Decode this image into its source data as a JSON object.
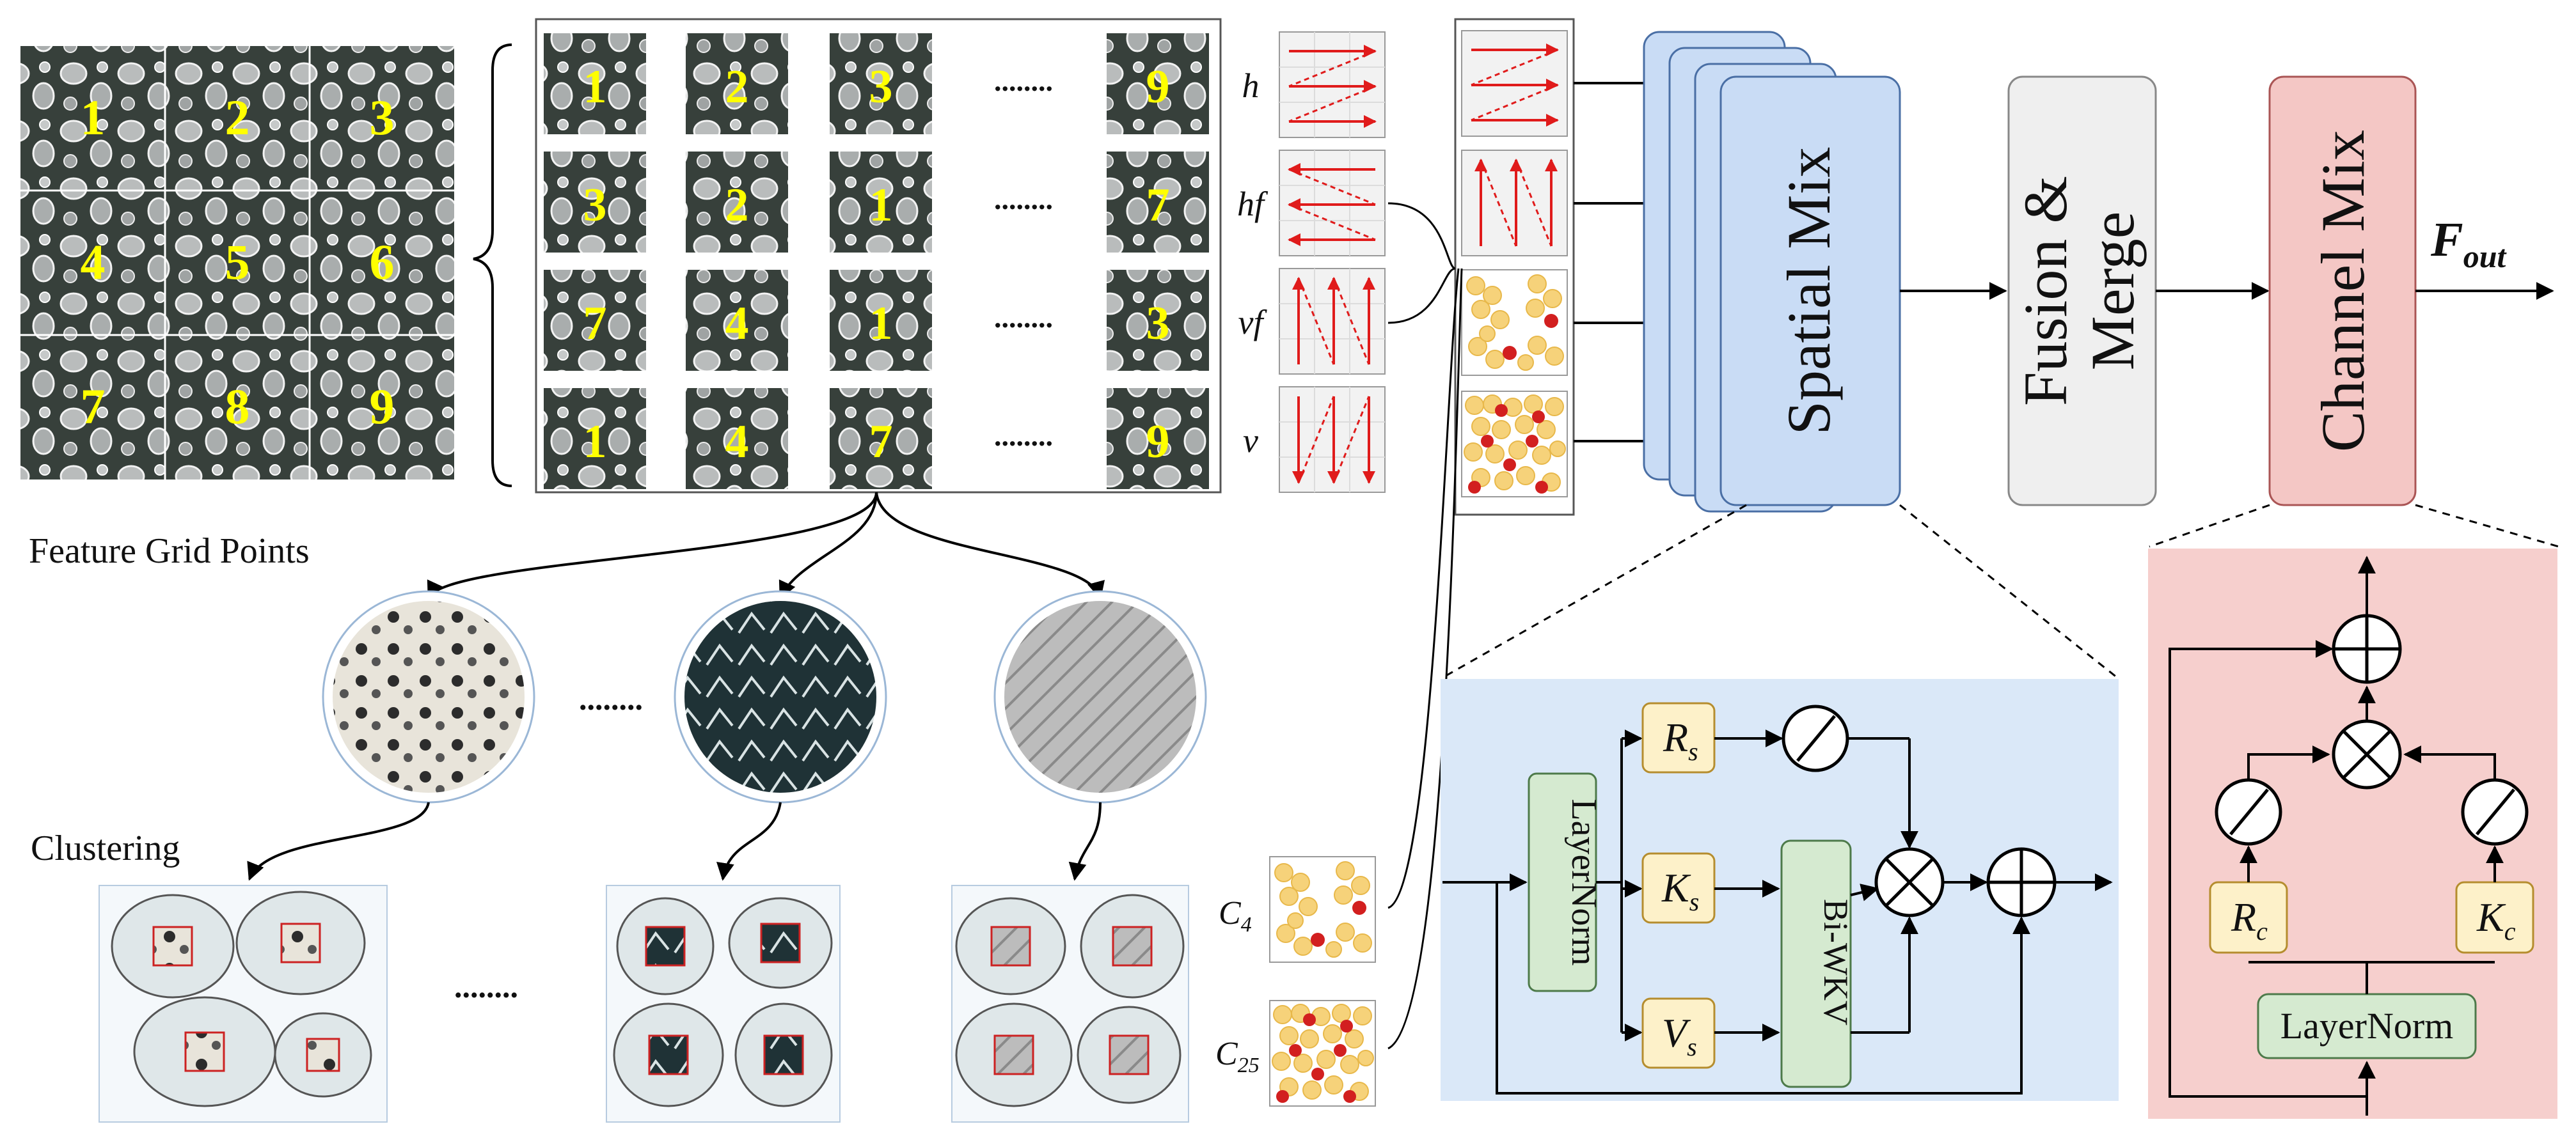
{
  "grid_numbers": [
    "1",
    "2",
    "3",
    "4",
    "5",
    "6",
    "7",
    "8",
    "9"
  ],
  "rows": [
    {
      "cells": [
        "1",
        "2",
        "3",
        "9"
      ],
      "scan": "h"
    },
    {
      "cells": [
        "3",
        "2",
        "1",
        "7"
      ],
      "scan": "hf"
    },
    {
      "cells": [
        "7",
        "4",
        "1",
        "3"
      ],
      "scan": "vf"
    },
    {
      "cells": [
        "1",
        "4",
        "7",
        "9"
      ],
      "scan": "v"
    }
  ],
  "ellipsis": "........",
  "labels": {
    "feature_grid": "Feature Grid Points",
    "clustering": "Clustering",
    "c4": "C",
    "c4_sub": "4",
    "c25": "C",
    "c25_sub": "25"
  },
  "blocks": {
    "spatial_mix": "Spatial Mix",
    "fusion_line1": "Fusion &",
    "fusion_line2": "Merge",
    "channel_mix": "Channel Mix",
    "f_out": "F",
    "f_out_sub": "out"
  },
  "spatial_detail": {
    "layernorm": "LayerNorm",
    "r": "R",
    "r_sub": "s",
    "k": "K",
    "k_sub": "s",
    "v": "V",
    "v_sub": "s",
    "biwkv": "Bi-WKV"
  },
  "channel_detail": {
    "layernorm": "LayerNorm",
    "r": "R",
    "r_sub": "c",
    "k": "K",
    "k_sub": "c"
  },
  "colors": {
    "spatial_block": "#c9dcf5",
    "spatial_panel": "#dae8f8",
    "channel_block": "#f4c7c5",
    "channel_panel": "#f6cfcd",
    "fusion_block": "#efefef",
    "node_yellow": "#fdf1c9",
    "node_green": "#d5ead0",
    "arrow_red": "#e01b1b",
    "digit_yellow": "#ffff00",
    "micro_dark": "#37403b"
  }
}
